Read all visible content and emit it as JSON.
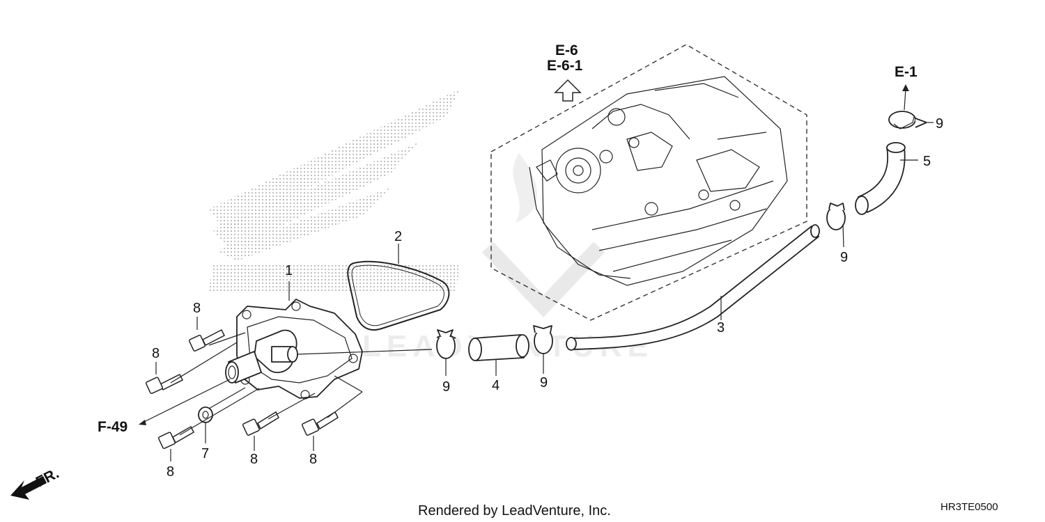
{
  "diagram": {
    "refs": {
      "e6": "E-6",
      "e61": "E-6-1",
      "e1": "E-1",
      "f49": "F-49",
      "fr": "FR."
    },
    "parts": {
      "p1": "1",
      "p2": "2",
      "p3": "3",
      "p4": "4",
      "p5": "5",
      "p7": "7",
      "p8": "8",
      "p9": "9"
    },
    "watermark": "LEADVENTURE",
    "footer": {
      "credit": "Rendered by LeadVenture, Inc.",
      "code": "HR3TE0500"
    }
  }
}
